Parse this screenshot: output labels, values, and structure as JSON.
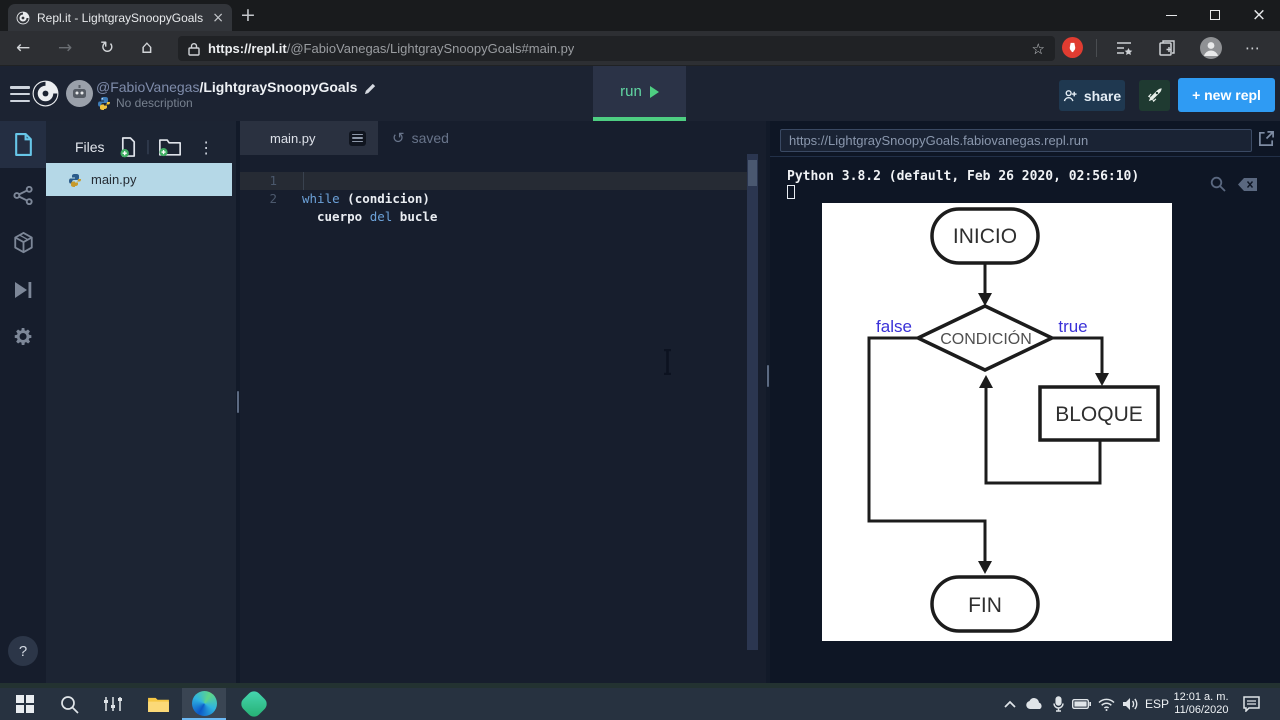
{
  "browser": {
    "tab_title": "Repl.it - LightgraySnoopyGoals",
    "url_host": "https://repl.it",
    "url_path": "/@FabioVanegas/LightgraySnoopyGoals#main.py"
  },
  "glyphs": {
    "close": "×",
    "plus": "+",
    "back": "←",
    "forward": "→",
    "reload": "↻",
    "home": "⌂",
    "star": "☆",
    "overflow": "⋯",
    "kebab": "⋮",
    "undo": "↺",
    "minimize": "–",
    "help": "?",
    "divider": "|"
  },
  "header": {
    "username": "@FabioVanegas",
    "repl_name": "/LightgraySnoopyGoals",
    "description": "No description",
    "run_label": "run",
    "share_label": "share",
    "new_repl_label": "+ new repl"
  },
  "files": {
    "title": "Files",
    "file_name": "main.py"
  },
  "editor": {
    "tab_name": "main.py",
    "status": "saved",
    "lines": [
      {
        "num": "1",
        "kw": "while",
        "rest": " (condicion)"
      },
      {
        "num": "2",
        "pre": "cuerpo ",
        "kw": "del",
        "post": " bucle"
      }
    ]
  },
  "output": {
    "url": "https://LightgraySnoopyGoals.fabiovanegas.repl.run",
    "banner": "Python 3.8.2 (default, Feb 26 2020, 02:56:10)"
  },
  "flowchart": {
    "start": "INICIO",
    "condition": "CONDICIÓN",
    "block": "BLOQUE",
    "end": "FIN",
    "false_label": "false",
    "true_label": "true"
  },
  "taskbar": {
    "language": "ESP",
    "time": "12:01 a. m.",
    "date": "11/06/2020"
  },
  "colors": {
    "accent_blue": "#2f9bf3",
    "run_green": "#4ece82",
    "file_selected": "#b5d8e7",
    "keyword_blue": "#6ca1d8",
    "flow_label_blue": "#3a31d8",
    "edge_underline": "#6cb8f2",
    "ext_red": "#e03c31"
  }
}
